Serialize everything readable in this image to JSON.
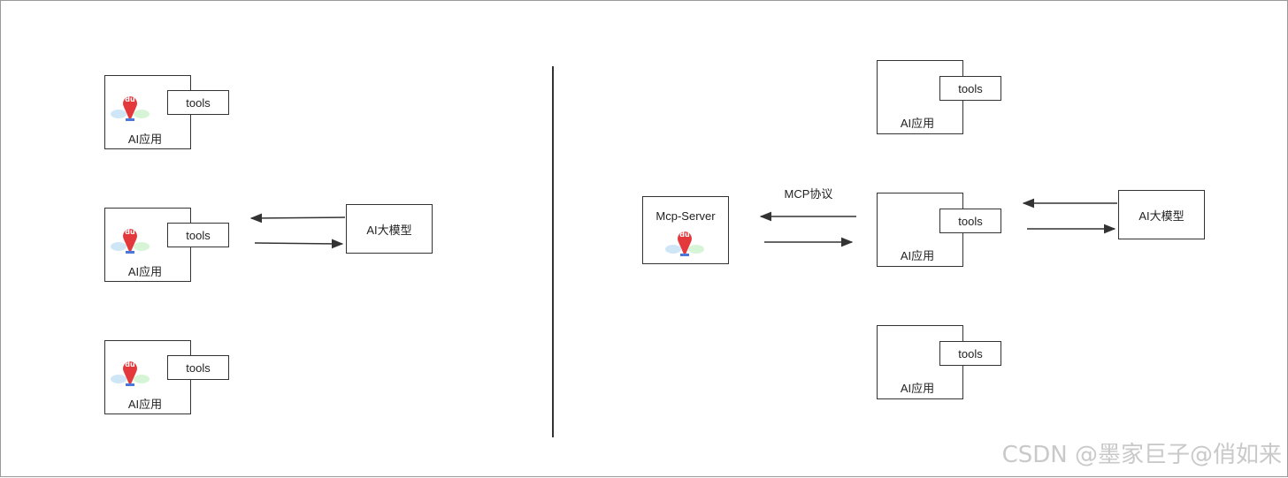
{
  "labels": {
    "app": "AI应用",
    "tools": "tools",
    "model": "AI大模型",
    "server": "Mcp-Server",
    "protocol": "MCP协议",
    "watermark": "CSDN @墨家巨子@俏如来"
  },
  "icons": {
    "logo": "baidu-du-pin-icon"
  },
  "colors": {
    "line": "#333333",
    "logo_red": "#e4393c",
    "logo_blue": "#4a78d8",
    "watermark": "#c9c9c9"
  }
}
